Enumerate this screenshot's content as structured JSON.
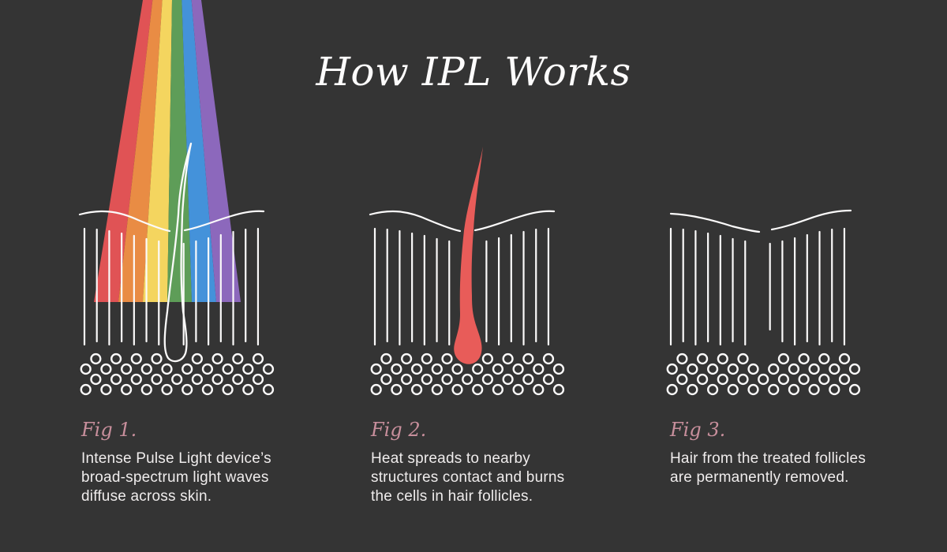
{
  "title": "How IPL Works",
  "colors": {
    "background": "#343434",
    "title_text": "#fdfcfc",
    "accent_pink": "#c88f9c",
    "caption_text": "#efecec",
    "diagram_stroke": "#fbfafa",
    "heated_hair_red": "#e85c59",
    "rainbow": [
      "#e05355",
      "#e98c44",
      "#f4d55f",
      "#5e9d58",
      "#4492da",
      "#8c68bc"
    ]
  },
  "figures": [
    {
      "label": "Fig 1.",
      "caption": "Intense Pulse Light device’s broad-spectrum light waves diffuse across skin."
    },
    {
      "label": "Fig 2.",
      "caption": "Heat spreads to nearby structures contact and burns the cells in hair follicles."
    },
    {
      "label": "Fig 3.",
      "caption": "Hair from the treated follicles are permanently removed."
    }
  ]
}
